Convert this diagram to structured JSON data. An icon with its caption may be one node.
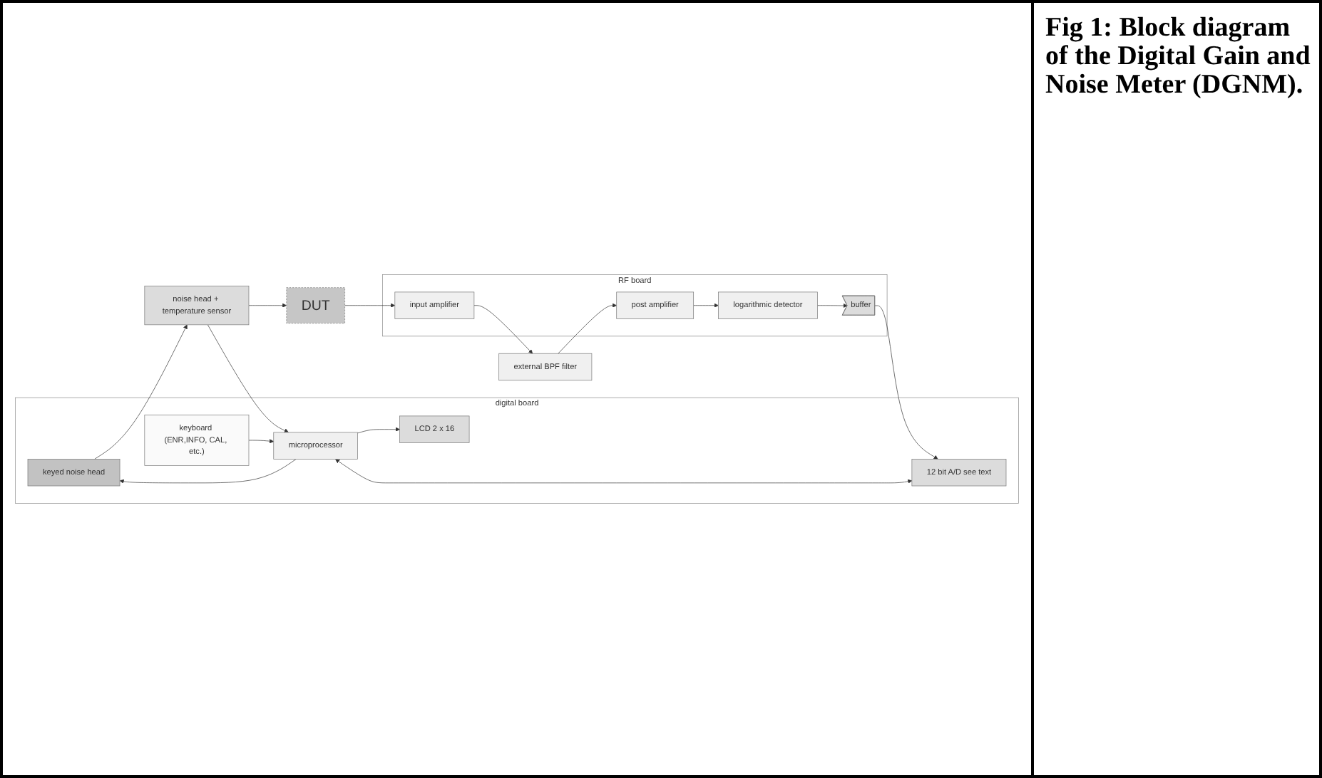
{
  "diagram": {
    "caption": "Fig 1: Block diagram of the Digital Gain and Noise Meter (DGNM).",
    "nodes": [
      {
        "text": [
          "DUT"
        ]
      },
      {
        "text": [
          "RF board"
        ]
      },
      {
        "text": [
          "input amplifier"
        ],
        "in": 1
      },
      {
        "text": [
          "external BPF filter"
        ]
      },
      {
        "text": [
          "post amplifier"
        ],
        "in": 1
      },
      {
        "text": [
          "logarithmic detector"
        ],
        "in": 1
      },
      {
        "text": [
          "buffer"
        ],
        "in": 1
      },
      {
        "text": [
          "digital board"
        ]
      },
      {
        "text": [
          "noise head + temperature sensor"
        ]
      },
      {
        "text": [
          "keyed noise head"
        ],
        "in": 7
      },
      {
        "text": [
          "LCD 2 x 16"
        ],
        "in": 7
      },
      {
        "text": [
          "microprocessor"
        ],
        "in": 7
      },
      {
        "text": [
          "12 bit A/D see text"
        ],
        "in": 7
      },
      {
        "text": [
          "keyboard (ENR,INFO, CAL, etc.)"
        ],
        "in": 7
      }
    ],
    "edges": [
      {
        "from": 0,
        "to": 2,
        "arrow": "to"
      },
      {
        "from": 2,
        "to": 3,
        "arrow": "to"
      },
      {
        "from": 3,
        "to": 4,
        "arrow": "to"
      },
      {
        "from": 4,
        "to": 5,
        "arrow": "to"
      },
      {
        "from": 5,
        "to": 6,
        "arrow": "to"
      },
      {
        "from": 6,
        "to": 12,
        "arrow": "to"
      },
      {
        "from": 8,
        "to": 0,
        "arrow": "to"
      },
      {
        "from": 9,
        "to": 8,
        "arrow": "to"
      },
      {
        "from": 11,
        "to": 9,
        "arrow": "to"
      },
      {
        "from": 8,
        "to": 11,
        "arrow": "to"
      },
      {
        "from": 11,
        "to": 10,
        "arrow": "to"
      },
      {
        "from": 11,
        "to": 12,
        "arrow": "both"
      },
      {
        "from": 13,
        "to": 11,
        "arrow": "to"
      }
    ]
  }
}
